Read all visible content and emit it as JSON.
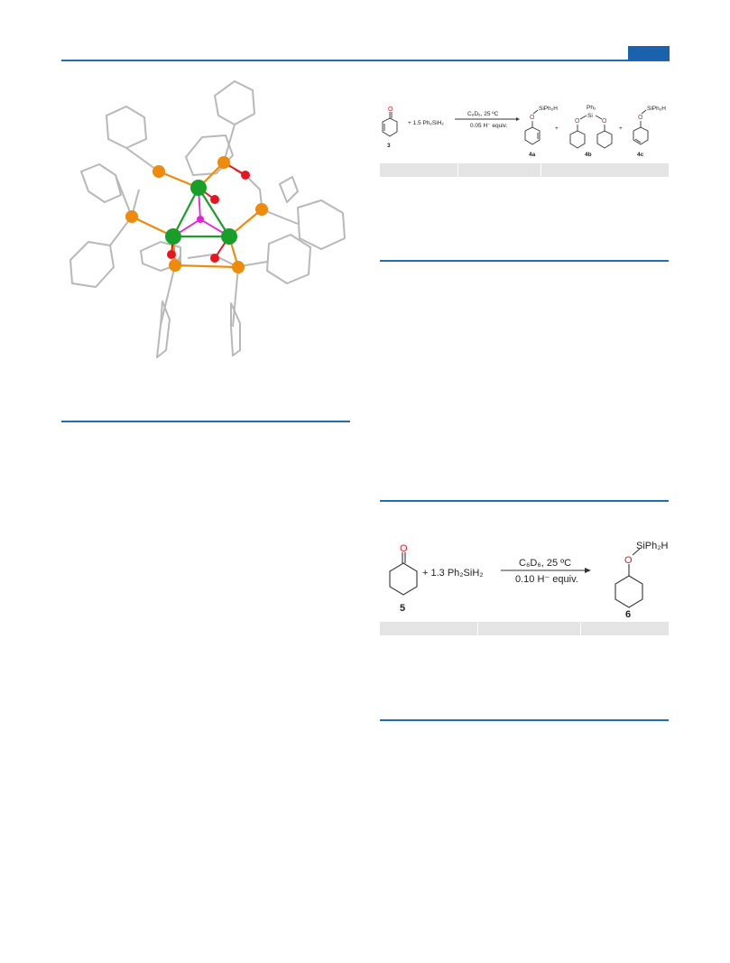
{
  "page": {
    "colors": {
      "header_rule": "#1f6fb0",
      "header_tab": "#1a62ad",
      "table_header": "#e4e4e4",
      "oxygen": "#e8141e",
      "metal": "#1a9e2a",
      "phosphorus": "#ee8a0c",
      "hydride": "#e61fd8",
      "carbon_bond": "#b8b8b8"
    }
  },
  "scheme1": {
    "substrate_number": "3",
    "reagent": "+ 1.5 Ph₂SiH₂",
    "conditions_top": "C₆D₆, 25 ºC",
    "conditions_bottom": "0.05 H⁻ equiv.",
    "product_a_group": "SiPh₂H",
    "product_a_number": "4a",
    "plus": "+",
    "product_b_group": "Ph₂",
    "product_b_si": "Si",
    "product_b_number": "4b",
    "product_c_group": "SiPh₂H",
    "product_c_number": "4c",
    "oxygen_label": "O"
  },
  "scheme2": {
    "substrate_number": "5",
    "reagent": "+ 1.3 Ph₂SiH₂",
    "conditions_top": "C₆D₆, 25 ºC",
    "conditions_bottom": "0.10 H⁻ equiv.",
    "product_group": "SiPh₂H",
    "product_number": "6",
    "oxygen_label": "O"
  }
}
